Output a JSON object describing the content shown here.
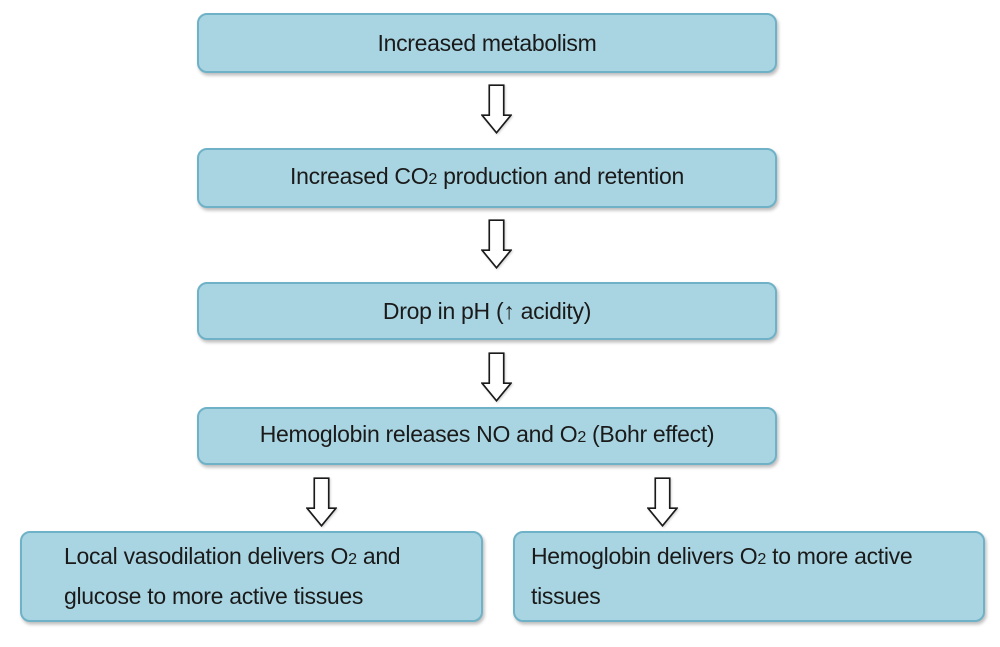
{
  "colors": {
    "background": "#ffffff",
    "box_fill": "#a9d5e2",
    "box_border": "#6fb2c7",
    "text": "#1a1a1a",
    "arrow_fill": "#ffffff",
    "arrow_outline": "#1a1a1a"
  },
  "flowchart": {
    "boxes": [
      {
        "name": "increased-metabolism",
        "parts": [
          {
            "text": "Increased metabolism"
          }
        ]
      },
      {
        "name": "increased-co2-production-and-retention",
        "parts": [
          {
            "text": "Increased CO"
          },
          {
            "text": "2",
            "small": true
          },
          {
            "text": " production and retention"
          }
        ]
      },
      {
        "name": "drop-in-ph",
        "parts": [
          {
            "text": "Drop in pH (↑ acidity)"
          }
        ]
      },
      {
        "name": "hemoglobin-releases-no-and-o2",
        "parts": [
          {
            "text": "Hemoglobin releases NO and O"
          },
          {
            "text": "2",
            "small": true
          },
          {
            "text": " (Bohr effect)"
          }
        ]
      },
      {
        "name": "local-vasodilation",
        "parts": [
          {
            "text": "Local vasodilation delivers O"
          },
          {
            "text": "2",
            "small": true
          },
          {
            "text": " and glucose to more active tissues"
          }
        ]
      },
      {
        "name": "hemoglobin-delivers-o2",
        "parts": [
          {
            "text": "Hemoglobin delivers O"
          },
          {
            "text": "2",
            "small": true
          },
          {
            "text": " to more active tissues"
          }
        ]
      }
    ]
  }
}
